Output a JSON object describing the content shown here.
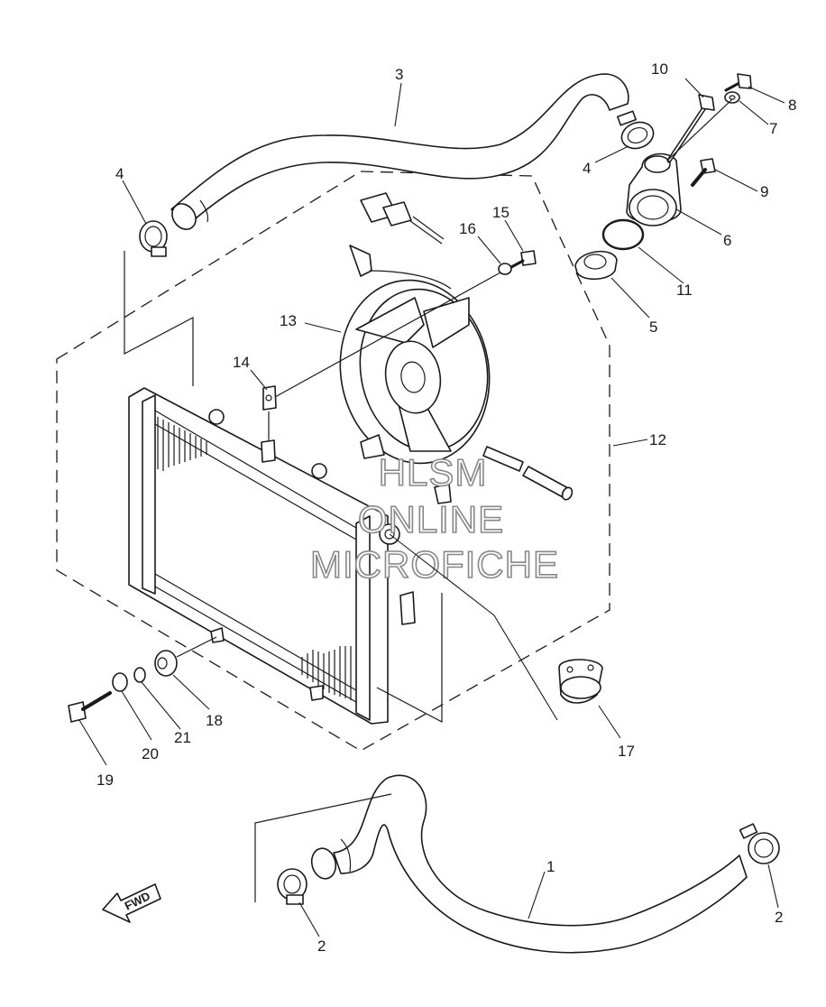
{
  "diagram": {
    "callouts": {
      "c1": "1",
      "c2a": "2",
      "c2b": "2",
      "c3": "3",
      "c4a": "4",
      "c4b": "4",
      "c5": "5",
      "c6": "6",
      "c7": "7",
      "c8": "8",
      "c9": "9",
      "c10": "10",
      "c11": "11",
      "c12": "12",
      "c13": "13",
      "c14": "14",
      "c15": "15",
      "c16": "16",
      "c17": "17",
      "c18": "18",
      "c19": "19",
      "c20": "20",
      "c21": "21"
    },
    "fwd_label": "FWD",
    "watermark": [
      "HLSM",
      "ONLINE",
      "MICROFICHE"
    ]
  }
}
